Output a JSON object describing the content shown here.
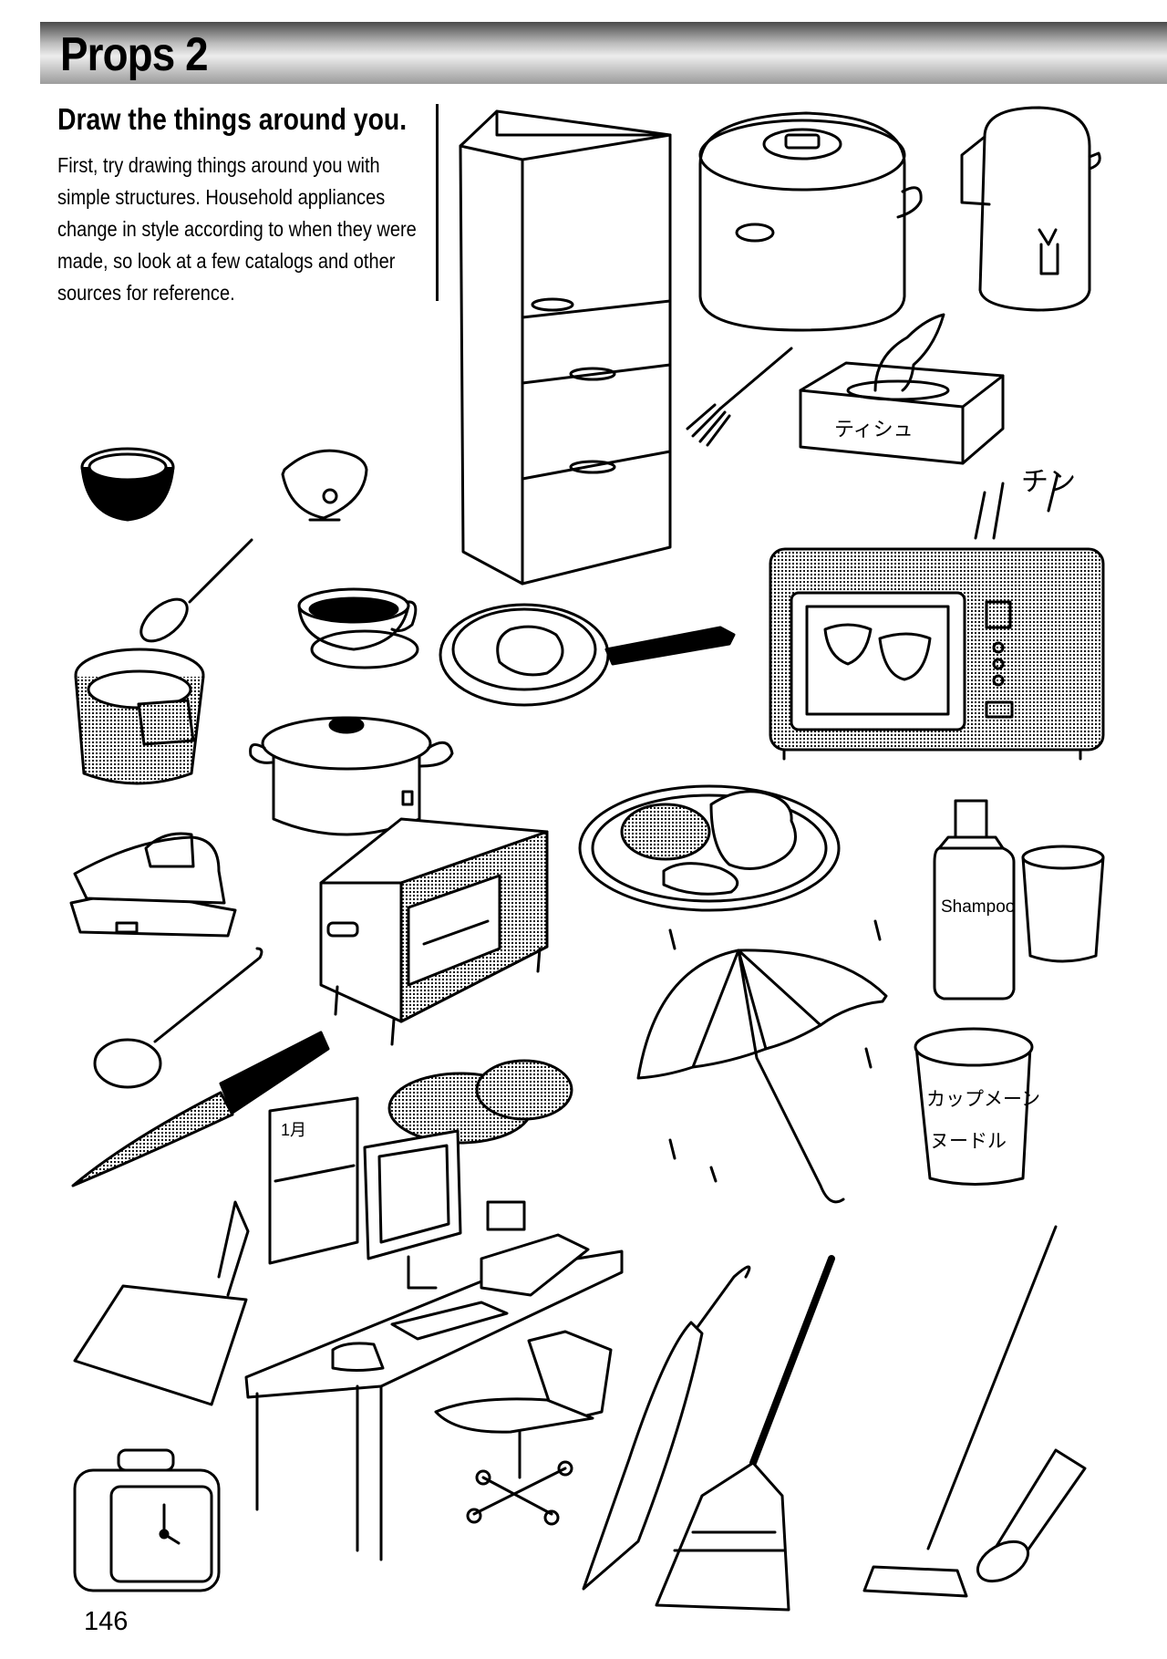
{
  "header": {
    "title": "Props 2"
  },
  "intro": {
    "heading": "Draw the things around you.",
    "body": "First, try drawing things around you with simple structures. Household appliances change in style according to when they were made, so look at a few catalogs and other sources for reference."
  },
  "labels": {
    "tissue": "ティシュ",
    "microwave_sfx": "チン",
    "shampoo": "Shampoo",
    "cup_noodle": "カップメーン",
    "cup_noodle_2": "ヌードル",
    "calendar_month": "1月"
  },
  "footer": {
    "page_number": "146"
  }
}
